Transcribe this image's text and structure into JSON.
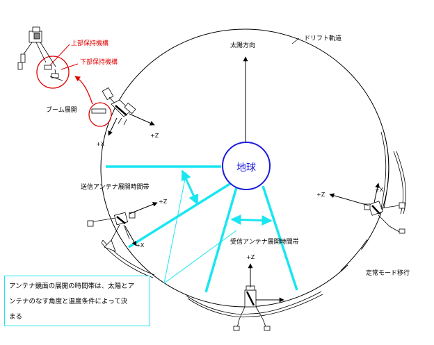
{
  "labels": {
    "upper_mechanism": "上部保持機構",
    "lower_mechanism": "下部保持機構",
    "boom_deploy": "ブーム展開",
    "sun_direction": "太陽方向",
    "drift_orbit": "ドリフト軌道",
    "earth": "地球",
    "tx_antenna_period": "送信アンテナ展開時間帯",
    "rx_antenna_period": "受信アンテナ展開時間帯",
    "normal_mode": "定常モード移行"
  },
  "axes": {
    "plus_x": "+X",
    "plus_z": "+Z"
  },
  "note": {
    "lines": [
      "アンテナ鏡面の展開の時間帯は、太陽とア",
      "ンテナのなす角度と温度条件によって決",
      "まる"
    ]
  },
  "colors": {
    "highlight": "#19e6f0",
    "earth_ring": "#1a1adc",
    "callout": "#e00000",
    "line": "#000000"
  }
}
